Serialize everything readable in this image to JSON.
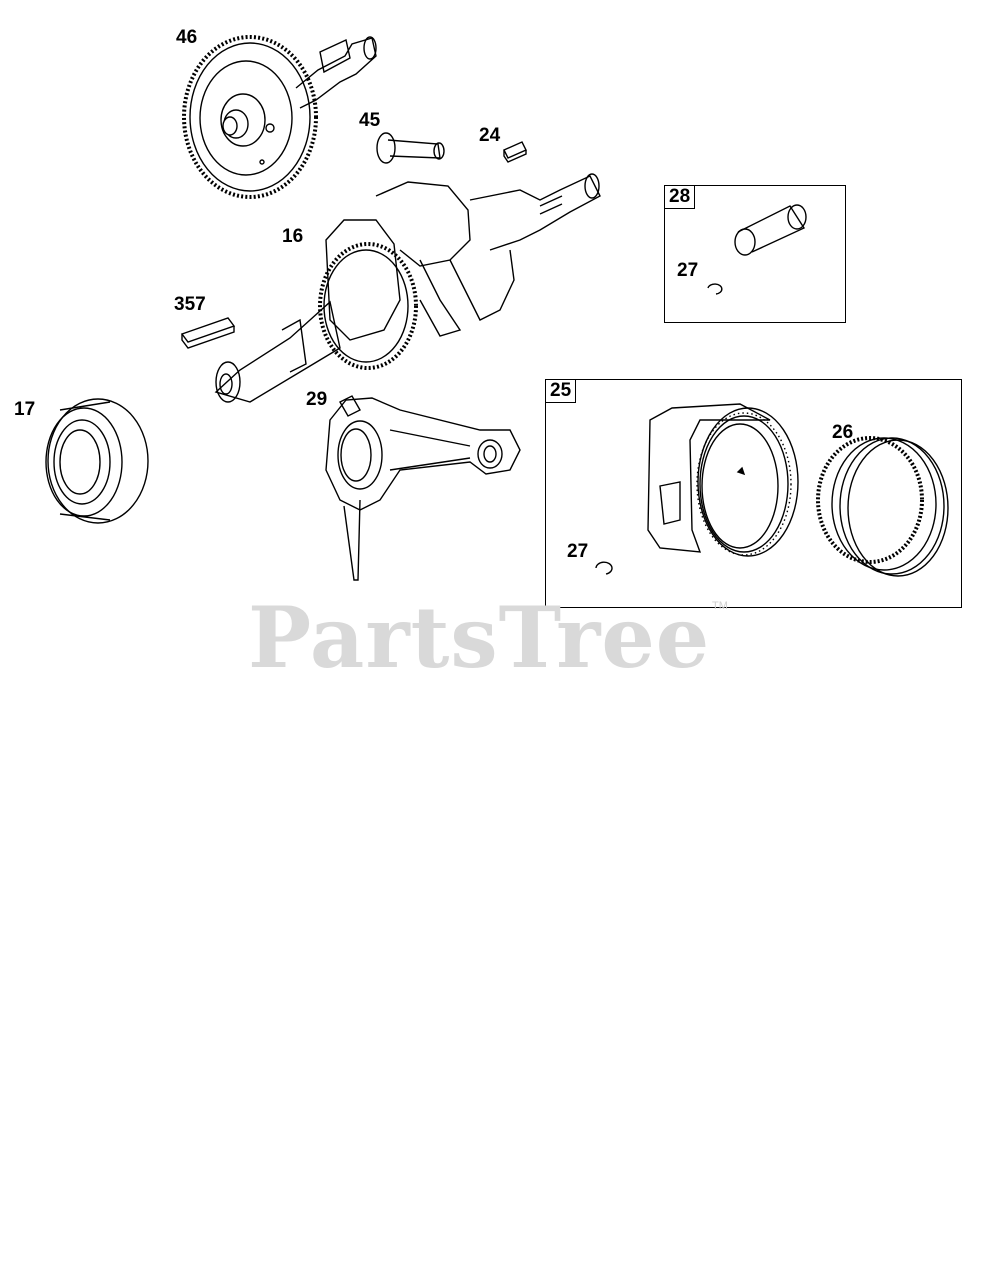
{
  "callouts": {
    "camshaft": "46",
    "valve_tappet": "45",
    "key_small": "24",
    "crankshaft": "16",
    "key_crank": "357",
    "bearing": "17",
    "connecting_rod": "29",
    "piston_pin_kit": "28",
    "retainer_pin_kit": "27",
    "piston_assembly_kit": "25",
    "retainer_piston_kit": "27",
    "ring_set": "26"
  },
  "watermark": {
    "brand": "PartsTree",
    "trademark": "TM"
  }
}
